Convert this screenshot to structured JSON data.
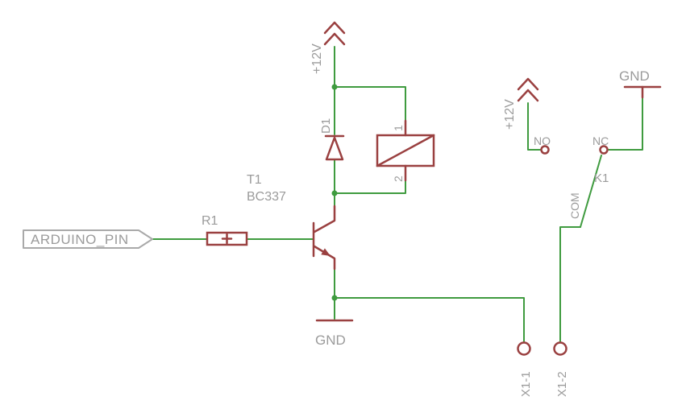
{
  "colors": {
    "background": "#ffffff",
    "wire_green": "#3f9b3f",
    "symbol_red": "#9a4040",
    "label_gray": "#9b9b9b"
  },
  "schematic": {
    "net_label": {
      "text": "ARDUINO_PIN"
    },
    "resistor": {
      "ref": "R1"
    },
    "transistor": {
      "ref": "T1",
      "value": "BC337"
    },
    "diode": {
      "ref": "D1"
    },
    "relay_coil": {
      "pin1": "1",
      "pin2": "2"
    },
    "relay_contacts": {
      "ref": "K1",
      "no": "NO",
      "nc": "NC",
      "com": "COM"
    },
    "power": {
      "supply_left": "+12V",
      "supply_right": "+12V",
      "gnd_bottom": "GND",
      "gnd_right": "GND"
    },
    "terminals": {
      "x1_1": "X1-1",
      "x1_2": "X1-2"
    }
  }
}
